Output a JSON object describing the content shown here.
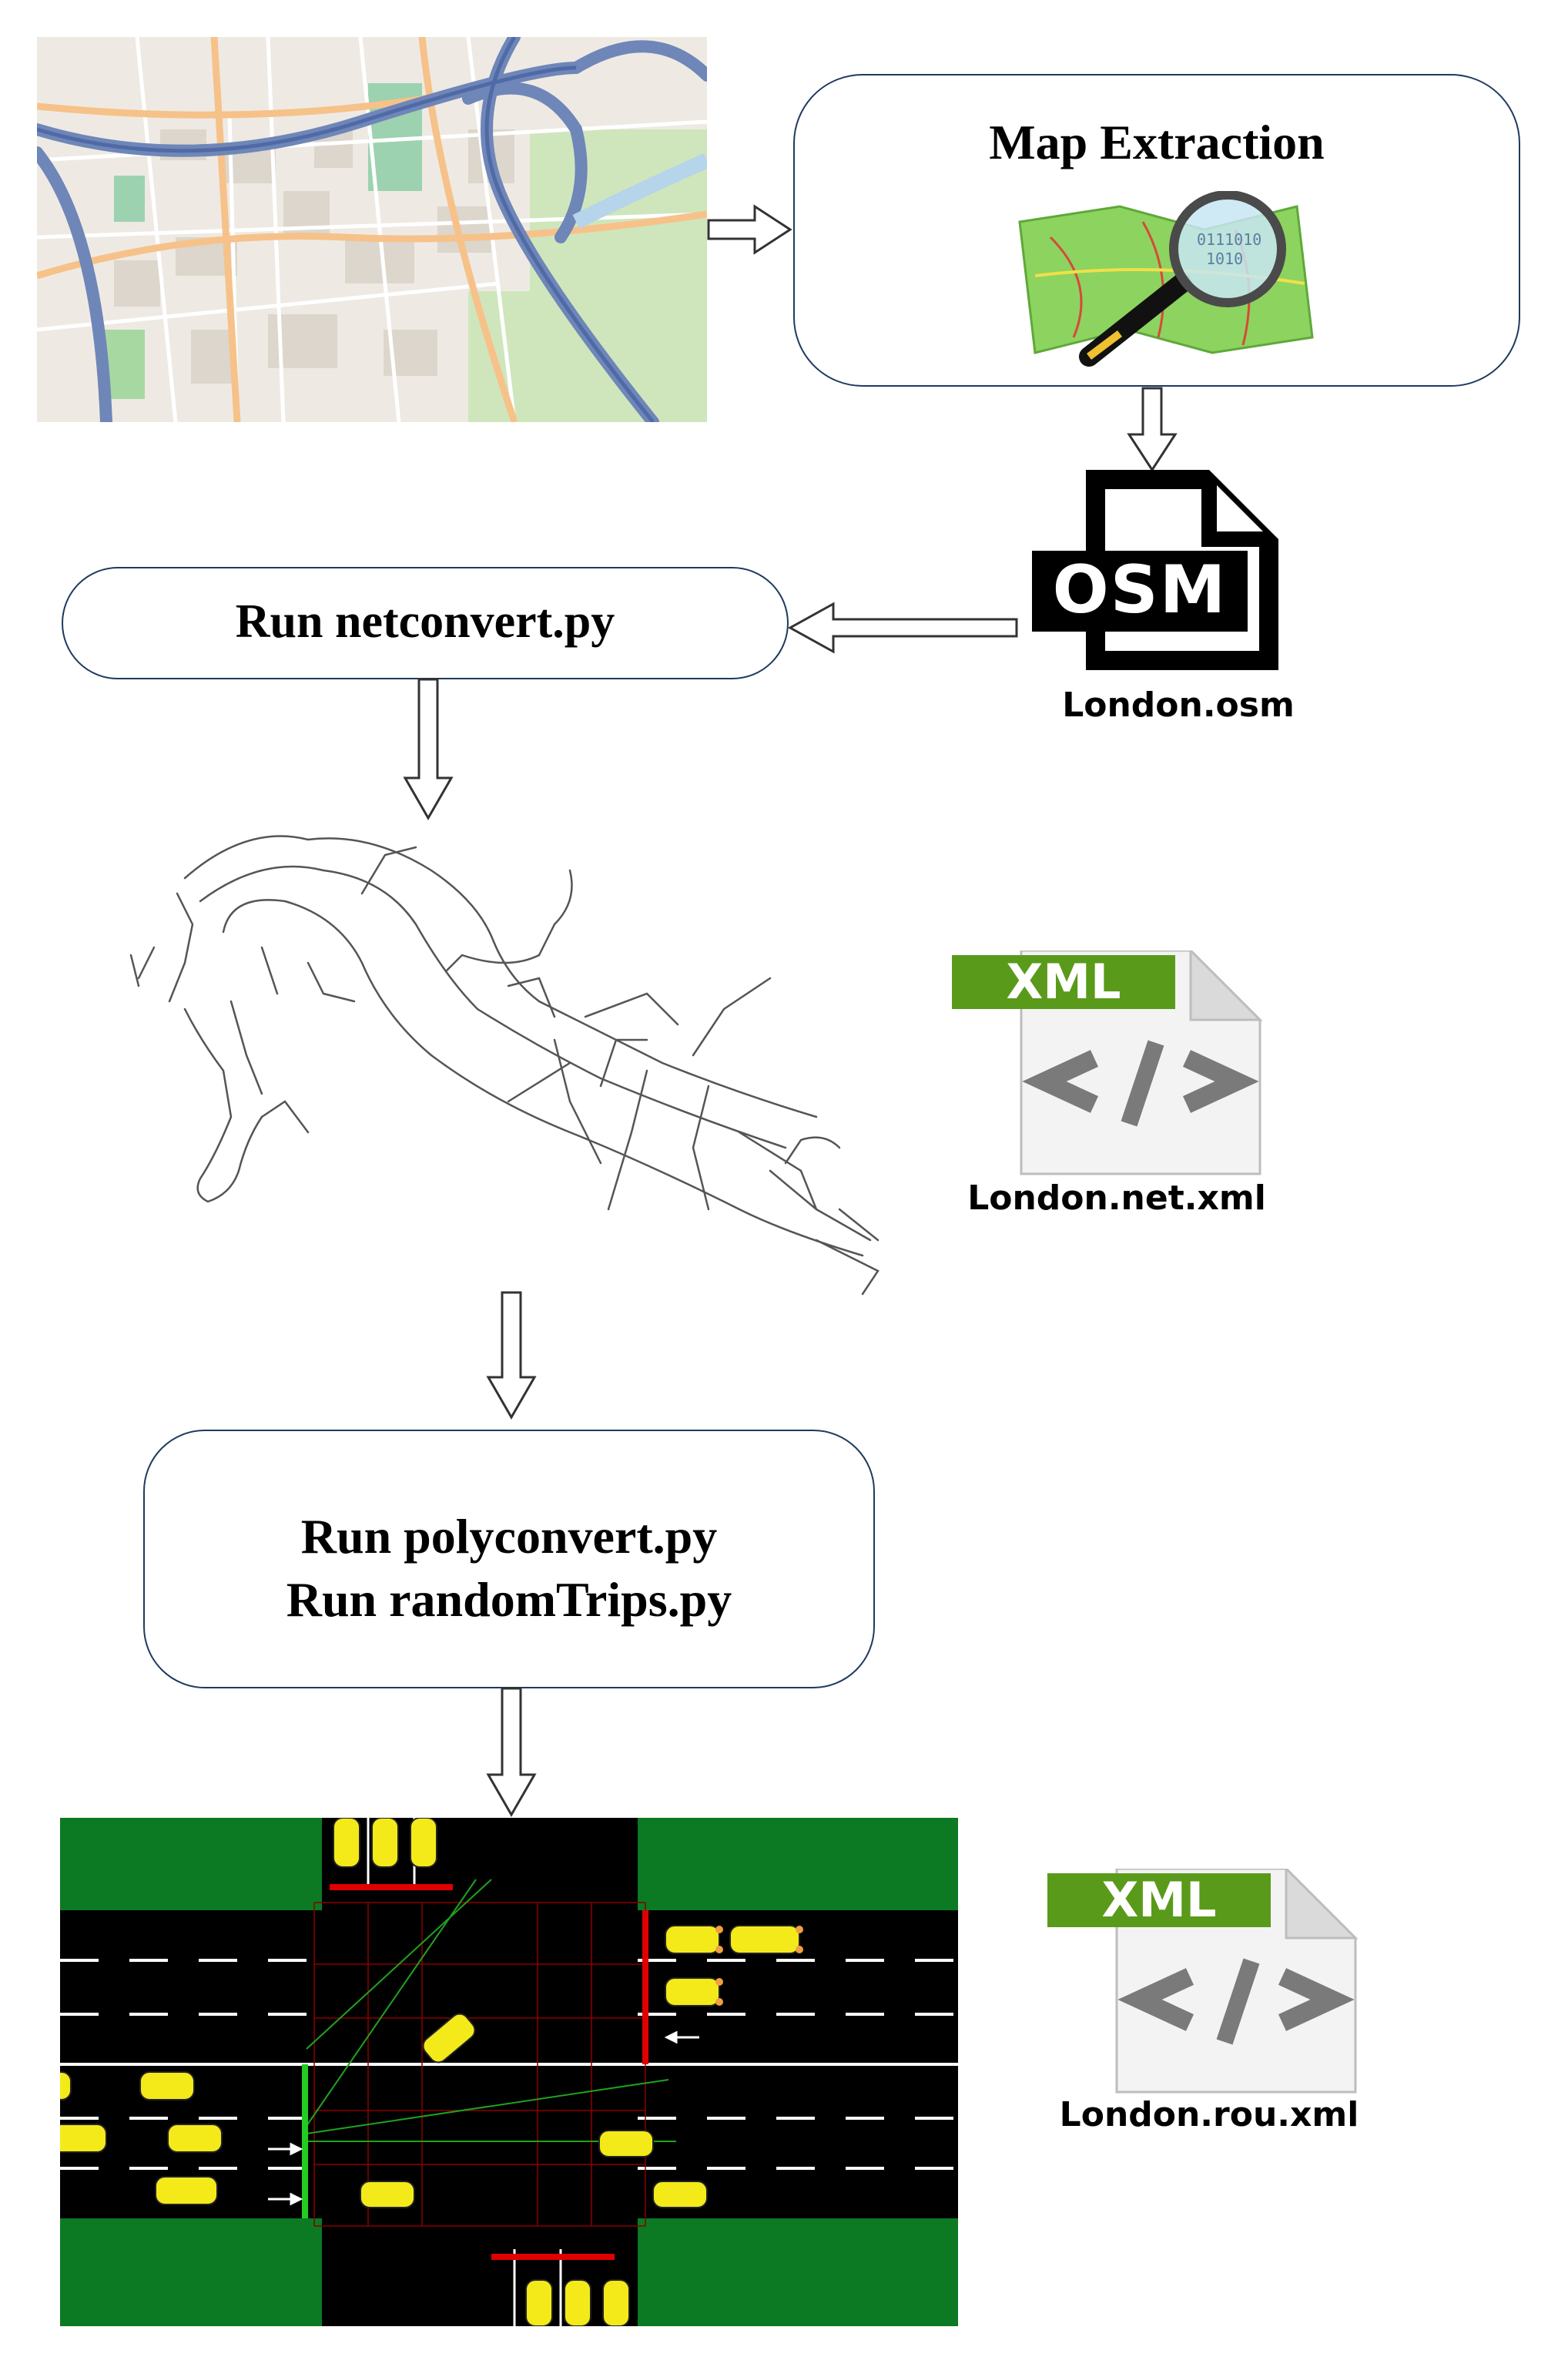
{
  "steps": {
    "map_extraction": "Map Extraction",
    "netconvert": "Run netconvert.py",
    "polyconvert": "Run polyconvert.py",
    "randomtrips": "Run randomTrips.py"
  },
  "files": {
    "osm_badge": "OSM",
    "osm_name": "London.osm",
    "net_badge": "XML",
    "net_name": "London.net.xml",
    "rou_badge": "XML",
    "rou_name": "London.rou.xml"
  },
  "colors": {
    "box_border": "#1f3a5f",
    "xml_badge": "#5a9a1a",
    "grass": "#0b7a23",
    "road": "#000000",
    "car": "#f4ea1a",
    "signal_red": "#e00000",
    "signal_green": "#22cc22"
  }
}
